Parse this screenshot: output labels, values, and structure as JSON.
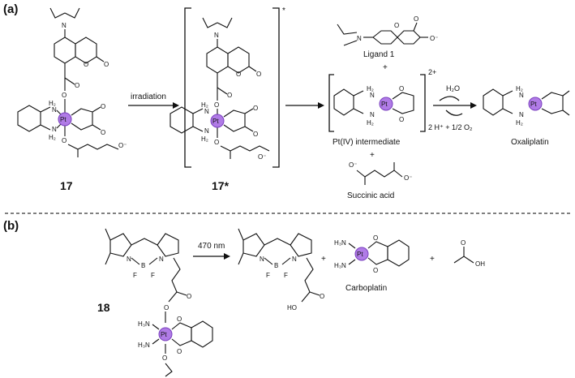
{
  "panels": {
    "a": "(a)",
    "b": "(b)"
  },
  "compounds": {
    "c17": "17",
    "c17star": "17*",
    "c18": "18"
  },
  "labels": {
    "irradiation": "irradiation",
    "ligand1": "Ligand 1",
    "pt4_intermediate": "Pt(IV) intermediate",
    "oxaliplatin": "Oxaliplatin",
    "succinic_acid": "Succinic acid",
    "carboplatin": "Carboplatin",
    "wavelength": "470 nm",
    "water": "H₂O",
    "byproducts": "2 H⁺ + 1/2 O₂",
    "excited_star": "*",
    "charge": "2+",
    "plus": "+"
  },
  "atoms": {
    "pt": "Pt",
    "n": "N",
    "b": "B",
    "f": "F",
    "o": "O",
    "h2": "H₂",
    "h3n": "H₃N",
    "oh": "OH",
    "ho": "HO",
    "o_minus": "O⁻"
  },
  "colors": {
    "pt_fill": "#b07be6",
    "pt_stroke": "#7a3fbf"
  }
}
